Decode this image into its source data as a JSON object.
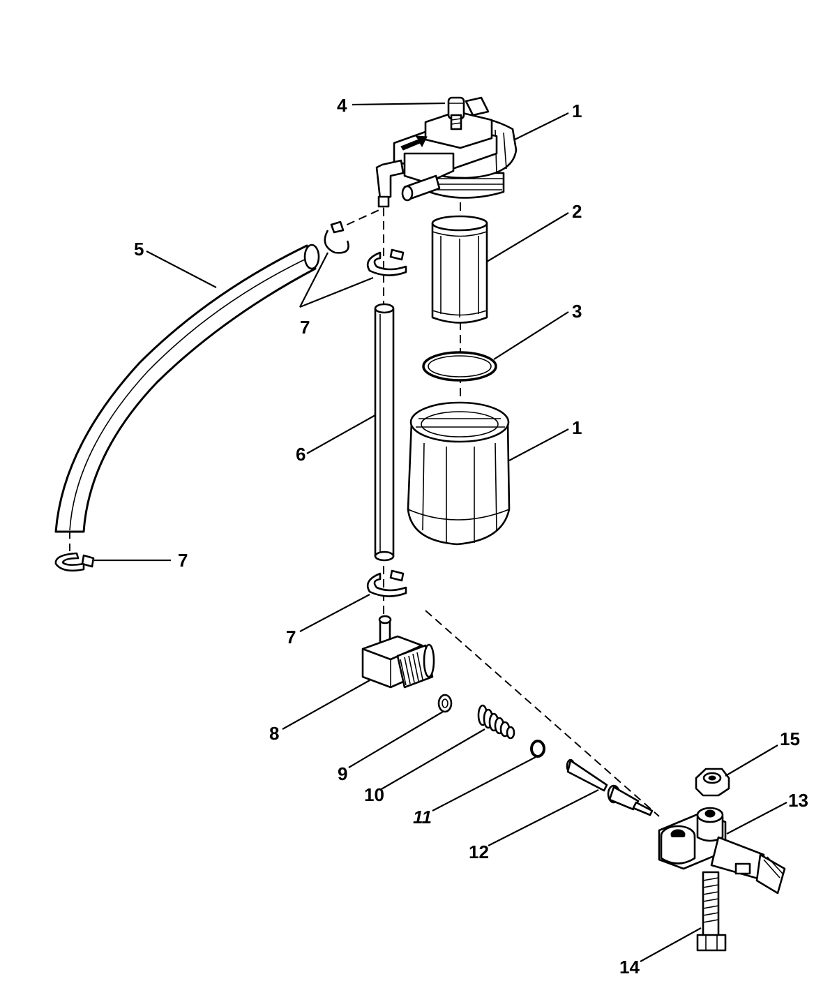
{
  "callouts": {
    "c1_top": "1",
    "c2": "2",
    "c3": "3",
    "c4": "4",
    "c1_bowl": "1",
    "c5": "5",
    "c6": "6",
    "c7_pair": "7",
    "c7_left": "7",
    "c7_lower": "7",
    "c8": "8",
    "c9": "9",
    "c10": "10",
    "c11": "11",
    "c12": "12",
    "c13": "13",
    "c14": "14",
    "c15": "15"
  }
}
